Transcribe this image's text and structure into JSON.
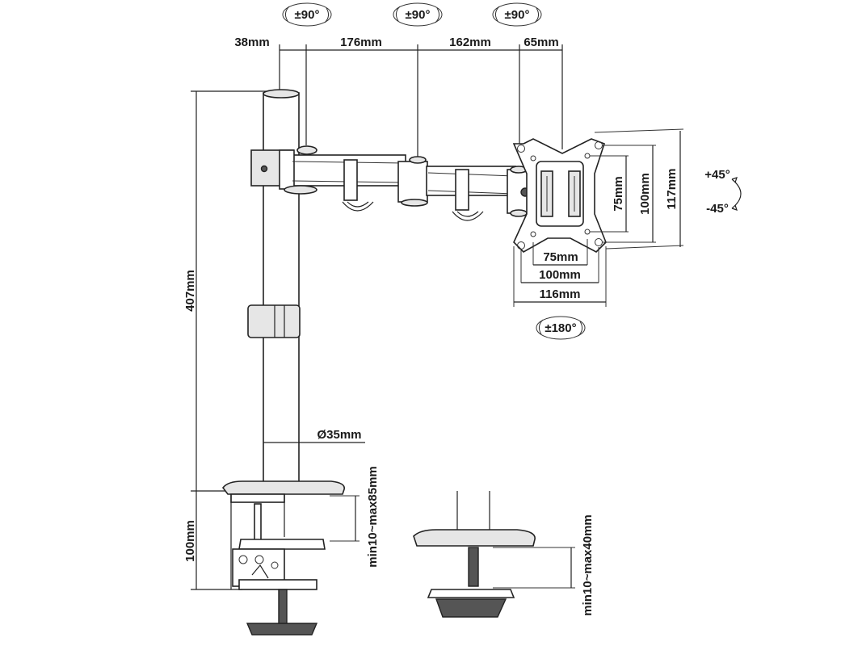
{
  "rotations": {
    "top_left": "±90°",
    "top_mid": "±90°",
    "top_right": "±90°",
    "vesa_rotate": "±180°",
    "tilt_up": "+45°",
    "tilt_down": "-45°"
  },
  "dimensions": {
    "arm_38": "38mm",
    "arm_176": "176mm",
    "arm_162": "162mm",
    "arm_65": "65mm",
    "pole_height": "407mm",
    "pole_diameter": "Ø35mm",
    "clamp_height": "100mm",
    "clamp_range": "min10~max85mm",
    "grommet_range": "min10~max40mm",
    "vesa_h_75": "75mm",
    "vesa_h_100": "100mm",
    "vesa_h_116": "116mm",
    "vesa_v_75": "75mm",
    "vesa_v_100": "100mm",
    "vesa_v_117": "117mm"
  }
}
